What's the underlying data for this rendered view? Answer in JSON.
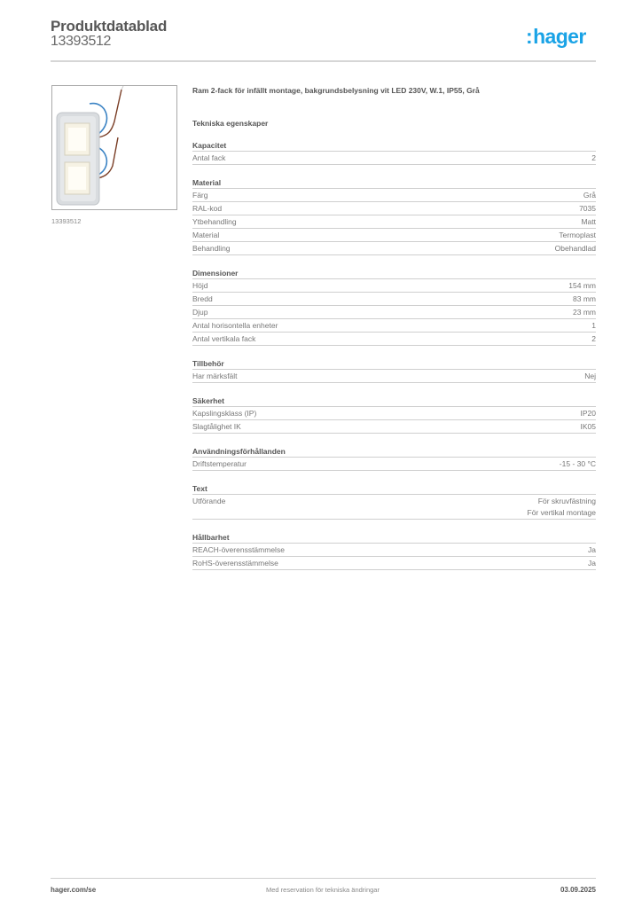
{
  "header": {
    "title": "Produktdatablad",
    "product_number": "13393512",
    "logo": {
      "colon": ":",
      "text": "hager",
      "color": "#1aa3e6"
    }
  },
  "image": {
    "caption": "13393512",
    "alt": "product-image-frame-2-gang-vertical"
  },
  "product": {
    "title": "Ram 2-fack för infällt montage, bakgrundsbelysning vit LED 230V, W.1, IP55, Grå",
    "section_heading": "Tekniska egenskaper"
  },
  "groups": [
    {
      "title": "Kapacitet",
      "rows": [
        {
          "label": "Antal fack",
          "values": [
            "2"
          ]
        }
      ]
    },
    {
      "title": "Material",
      "rows": [
        {
          "label": "Färg",
          "values": [
            "Grå"
          ]
        },
        {
          "label": "RAL-kod",
          "values": [
            "7035"
          ]
        },
        {
          "label": "Ytbehandling",
          "values": [
            "Matt"
          ]
        },
        {
          "label": "Material",
          "values": [
            "Termoplast"
          ]
        },
        {
          "label": "Behandling",
          "values": [
            "Obehandlad"
          ]
        }
      ]
    },
    {
      "title": "Dimensioner",
      "rows": [
        {
          "label": "Höjd",
          "values": [
            "154 mm"
          ]
        },
        {
          "label": "Bredd",
          "values": [
            "83 mm"
          ]
        },
        {
          "label": "Djup",
          "values": [
            "23 mm"
          ]
        },
        {
          "label": "Antal horisontella enheter",
          "values": [
            "1"
          ]
        },
        {
          "label": "Antal vertikala fack",
          "values": [
            "2"
          ]
        }
      ]
    },
    {
      "title": "Tillbehör",
      "rows": [
        {
          "label": "Har märksfält",
          "values": [
            "Nej"
          ]
        }
      ]
    },
    {
      "title": "Säkerhet",
      "rows": [
        {
          "label": "Kapslingsklass (IP)",
          "values": [
            "IP20"
          ]
        },
        {
          "label": "Slagtålighet IK",
          "values": [
            "IK05"
          ]
        }
      ]
    },
    {
      "title": "Användningsförhållanden",
      "rows": [
        {
          "label": "Driftstemperatur",
          "values": [
            "-15 - 30 °C"
          ]
        }
      ]
    },
    {
      "title": "Text",
      "rows": [
        {
          "label": "Utförande",
          "values": [
            "För skruvfästning",
            "För vertikal montage"
          ]
        }
      ]
    },
    {
      "title": "Hållbarhet",
      "rows": [
        {
          "label": "REACH-överensstämmelse",
          "values": [
            "Ja"
          ]
        },
        {
          "label": "RoHS-överensstämmelse",
          "values": [
            "Ja"
          ]
        }
      ]
    }
  ],
  "footer": {
    "website": "hager.com/se",
    "disclaimer": "Med reservation för tekniska ändringar",
    "date": "03.09.2025"
  }
}
